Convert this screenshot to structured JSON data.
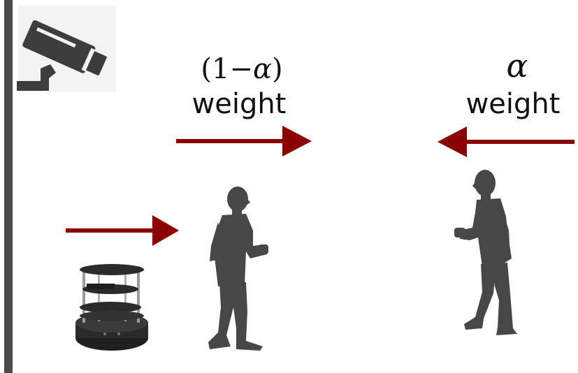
{
  "labels": {
    "left_weight_expr_open": "(1",
    "left_weight_expr_minus": "−",
    "left_weight_expr_alpha": "α",
    "left_weight_expr_close": ")",
    "left_weight_word": "weight",
    "right_weight_expr": "α",
    "right_weight_word": "weight"
  },
  "colors": {
    "arrow": "#8b0000",
    "silhouette": "#474747",
    "wall": "#4a4a4a",
    "camera": "#3d3d3d",
    "text": "#111111"
  },
  "icons": {
    "camera": "security-camera-icon",
    "robot": "turtlebot-robot-icon",
    "person_left": "person-silhouette-icon",
    "person_right": "person-silhouette-icon"
  }
}
